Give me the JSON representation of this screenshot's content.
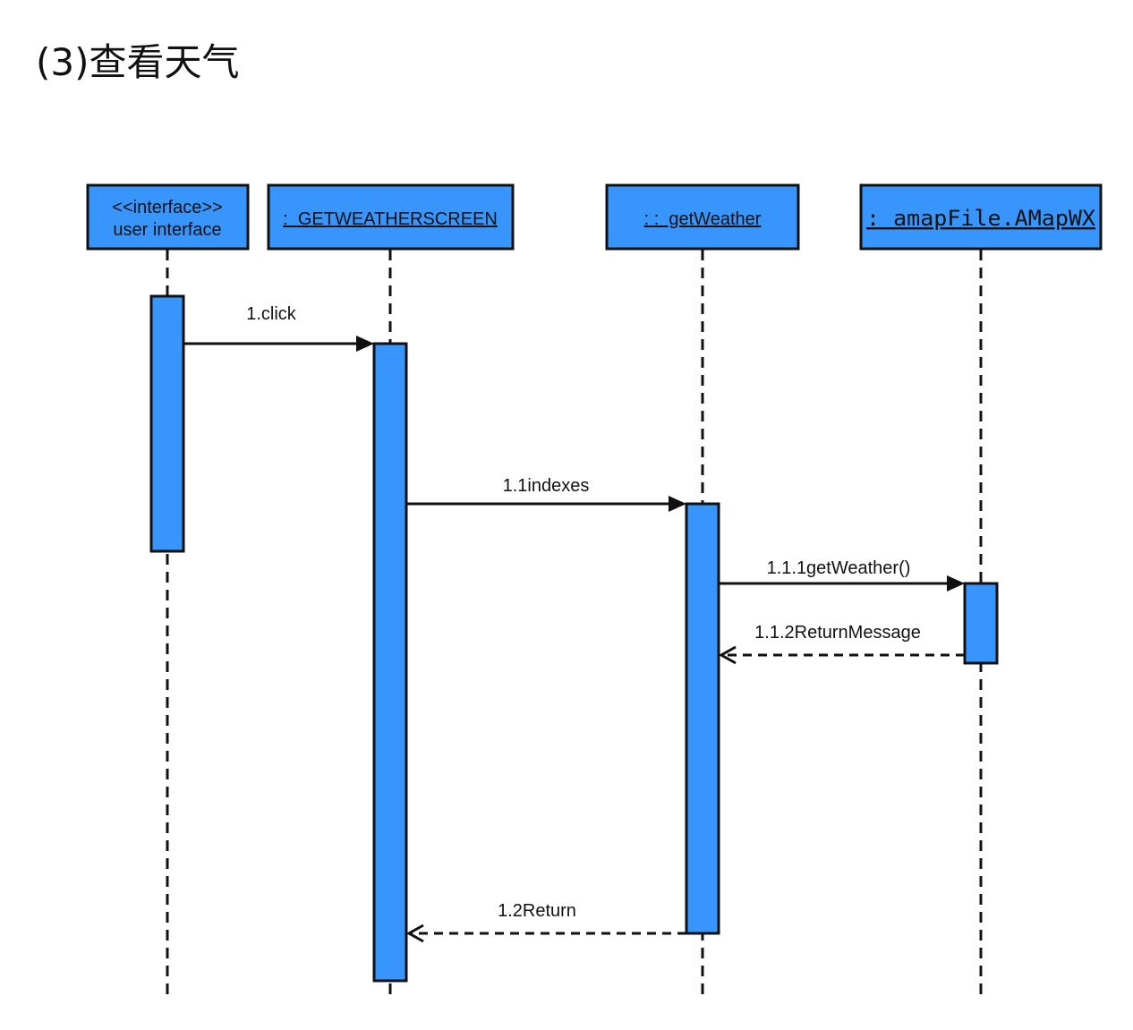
{
  "heading": "(3)查看天气",
  "participants": [
    {
      "id": "user",
      "line1": "<<interface>>",
      "line2": "user interface"
    },
    {
      "id": "screen",
      "label": ":  GETWEATHERSCREEN"
    },
    {
      "id": "getweather",
      "label": ": :  getWeather"
    },
    {
      "id": "amap",
      "label": ": amapFile.AMapWX"
    }
  ],
  "messages": [
    {
      "label": "1.click",
      "kind": "sync"
    },
    {
      "label": "1.1indexes",
      "kind": "sync"
    },
    {
      "label": "1.1.1getWeather()",
      "kind": "sync"
    },
    {
      "label": "1.1.2ReturnMessage",
      "kind": "return"
    },
    {
      "label": "1.2Return",
      "kind": "return"
    }
  ],
  "colors": {
    "box_fill": "#3895fb",
    "stroke": "#111111"
  }
}
